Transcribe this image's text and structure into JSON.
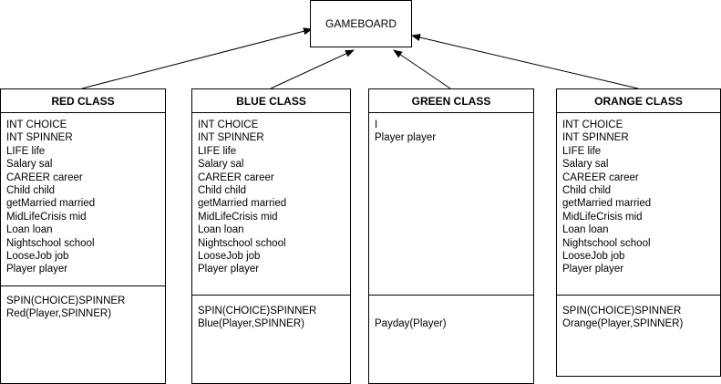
{
  "gameboard": {
    "label": "GAMEBOARD"
  },
  "classes": {
    "red": {
      "title": "RED CLASS",
      "attributes": [
        "INT CHOICE",
        "INT SPINNER",
        "LIFE life",
        "Salary sal",
        "CAREER career",
        "Child child",
        "getMarried married",
        "MidLifeCrisis mid",
        "Loan loan",
        "Nightschool school",
        "LooseJob job",
        "Player player"
      ],
      "methods": [
        "SPIN(CHOICE)SPINNER",
        "Red(Player,SPINNER)"
      ]
    },
    "blue": {
      "title": "BLUE CLASS",
      "attributes": [
        "INT CHOICE",
        "INT SPINNER",
        "LIFE life",
        "Salary sal",
        "CAREER career",
        "Child child",
        "getMarried married",
        "MidLifeCrisis mid",
        "Loan loan",
        "Nightschool school",
        "LooseJob job",
        "Player player"
      ],
      "methods": [
        "SPIN(CHOICE)SPINNER",
        "Blue(Player,SPINNER)"
      ]
    },
    "green": {
      "title": "GREEN CLASS",
      "attributes": [
        "I",
        "Player player"
      ],
      "methods": [
        "Payday(Player)"
      ]
    },
    "orange": {
      "title": "ORANGE CLASS",
      "attributes": [
        "INT CHOICE",
        "INT SPINNER",
        "LIFE life",
        "Salary sal",
        "CAREER career",
        "Child child",
        "getMarried married",
        "MidLifeCrisis mid",
        "Loan loan",
        "Nightschool school",
        "LooseJob job",
        "Player player"
      ],
      "methods": [
        "SPIN(CHOICE)SPINNER",
        "Orange(Player,SPINNER)"
      ]
    }
  },
  "colors": {
    "line": "#000000",
    "background": "#ffffff"
  }
}
